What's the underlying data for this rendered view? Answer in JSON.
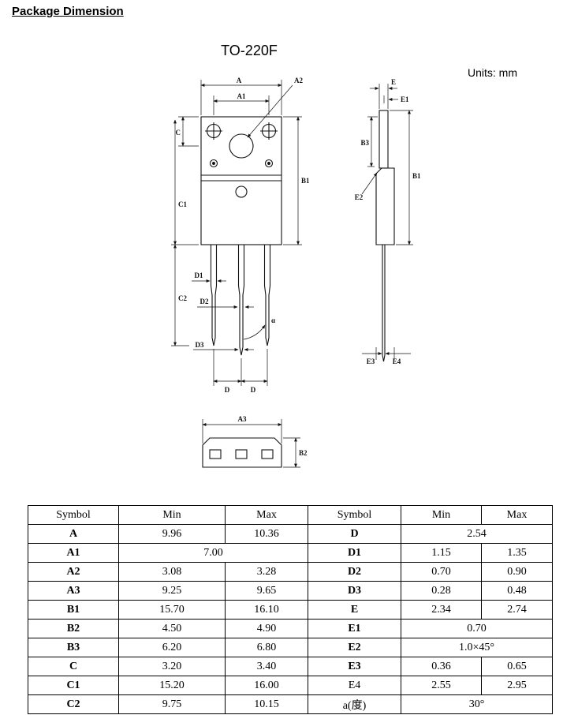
{
  "page": {
    "heading": "Package Dimension",
    "package_name": "TO-220F",
    "units": "Units: mm"
  },
  "drawing": {
    "front": {
      "A": "A",
      "A1": "A1",
      "A2": "A2",
      "C": "C",
      "C1": "C1",
      "C2": "C2",
      "B1": "B1",
      "D1": "D1",
      "D2": "D2",
      "D3": "D3",
      "D_left": "D",
      "D_right": "D",
      "alpha": "α"
    },
    "side": {
      "E": "E",
      "E1": "E1",
      "B3": "B3",
      "E2": "E2",
      "B1": "B1",
      "E3": "E3",
      "E4": "E4"
    },
    "bottom": {
      "A3": "A3",
      "B2": "B2"
    }
  },
  "table": {
    "headers": [
      "Symbol",
      "Min",
      "Max",
      "Symbol",
      "Min",
      "Max"
    ],
    "rows": [
      {
        "ls": "A",
        "lmin": "9.96",
        "lmax": "10.36",
        "rs": "D",
        "rspan": "2.54"
      },
      {
        "ls": "A1",
        "lspan": "7.00",
        "rs": "D1",
        "rmin": "1.15",
        "rmax": "1.35"
      },
      {
        "ls": "A2",
        "lmin": "3.08",
        "lmax": "3.28",
        "rs": "D2",
        "rmin": "0.70",
        "rmax": "0.90"
      },
      {
        "ls": "A3",
        "lmin": "9.25",
        "lmax": "9.65",
        "rs": "D3",
        "rmin": "0.28",
        "rmax": "0.48"
      },
      {
        "ls": "B1",
        "lmin": "15.70",
        "lmax": "16.10",
        "rs": "E",
        "rmin": "2.34",
        "rmax": "2.74"
      },
      {
        "ls": "B2",
        "lmin": "4.50",
        "lmax": "4.90",
        "rs": "E1",
        "rspan": "0.70"
      },
      {
        "ls": "B3",
        "lmin": "6.20",
        "lmax": "6.80",
        "rs": "E2",
        "rspan": "1.0×45°"
      },
      {
        "ls": "C",
        "lmin": "3.20",
        "lmax": "3.40",
        "rs": "E3",
        "rmin": "0.36",
        "rmax": "0.65"
      },
      {
        "ls": "C1",
        "lmin": "15.20",
        "lmax": "16.00",
        "rs": "E4",
        "rmin": "2.55",
        "rmax": "2.95"
      },
      {
        "ls": "C2",
        "lmin": "9.75",
        "lmax": "10.15",
        "rs": "a(度)",
        "rspan": "30°"
      }
    ]
  }
}
